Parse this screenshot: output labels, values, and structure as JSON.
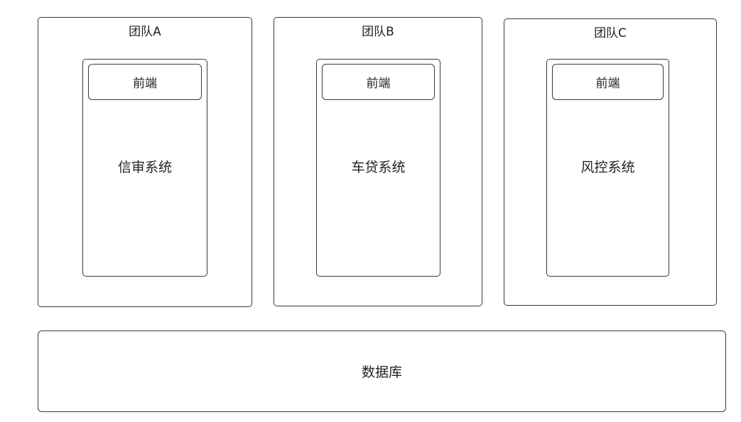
{
  "teams": [
    {
      "title": "团队A",
      "frontend": "前端",
      "system": "信审系统"
    },
    {
      "title": "团队B",
      "frontend": "前端",
      "system": "车贷系统"
    },
    {
      "title": "团队C",
      "frontend": "前端",
      "system": "风控系统"
    }
  ],
  "database": {
    "label": "数据库"
  }
}
